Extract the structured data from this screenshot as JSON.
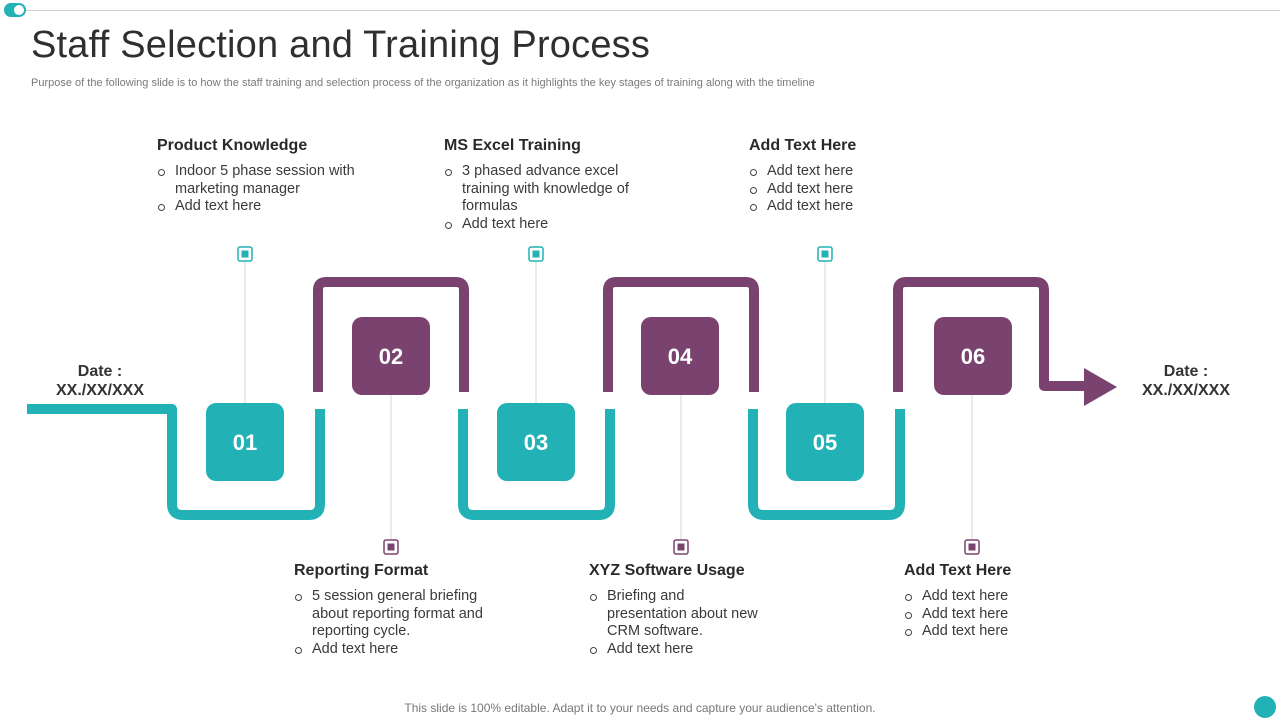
{
  "title": "Staff Selection and Training Process",
  "subtitle": "Purpose of the following slide is to how the staff training and selection process of the organization as it highlights the key stages of training along with the timeline",
  "colors": {
    "teal": "#22b2b6",
    "purple": "#7a436f"
  },
  "date_start": {
    "label": "Date :",
    "value": "XX./XX/XXX"
  },
  "date_end": {
    "label": "Date :",
    "value": "XX./XX/XXX"
  },
  "steps": [
    "01",
    "02",
    "03",
    "04",
    "05",
    "06"
  ],
  "blocks": [
    {
      "title": "Product Knowledge",
      "bullets": [
        "Indoor 5 phase session with marketing manager",
        "Add text here"
      ]
    },
    {
      "title": "Reporting Format",
      "bullets": [
        "5 session general briefing about reporting format and reporting cycle.",
        "Add text here"
      ]
    },
    {
      "title": "MS Excel Training",
      "bullets": [
        "3 phased advance excel training with knowledge of  formulas",
        "Add text here"
      ]
    },
    {
      "title": "XYZ Software Usage",
      "bullets": [
        "Briefing and presentation about new CRM software.",
        "Add text here"
      ]
    },
    {
      "title": "Add Text Here",
      "bullets": [
        "Add text here",
        "Add text here",
        "Add text here"
      ]
    },
    {
      "title": "Add Text Here",
      "bullets": [
        "Add text here",
        "Add text here",
        "Add text here"
      ]
    }
  ],
  "footer": "This slide is 100% editable. Adapt it to your needs and capture your audience's attention."
}
